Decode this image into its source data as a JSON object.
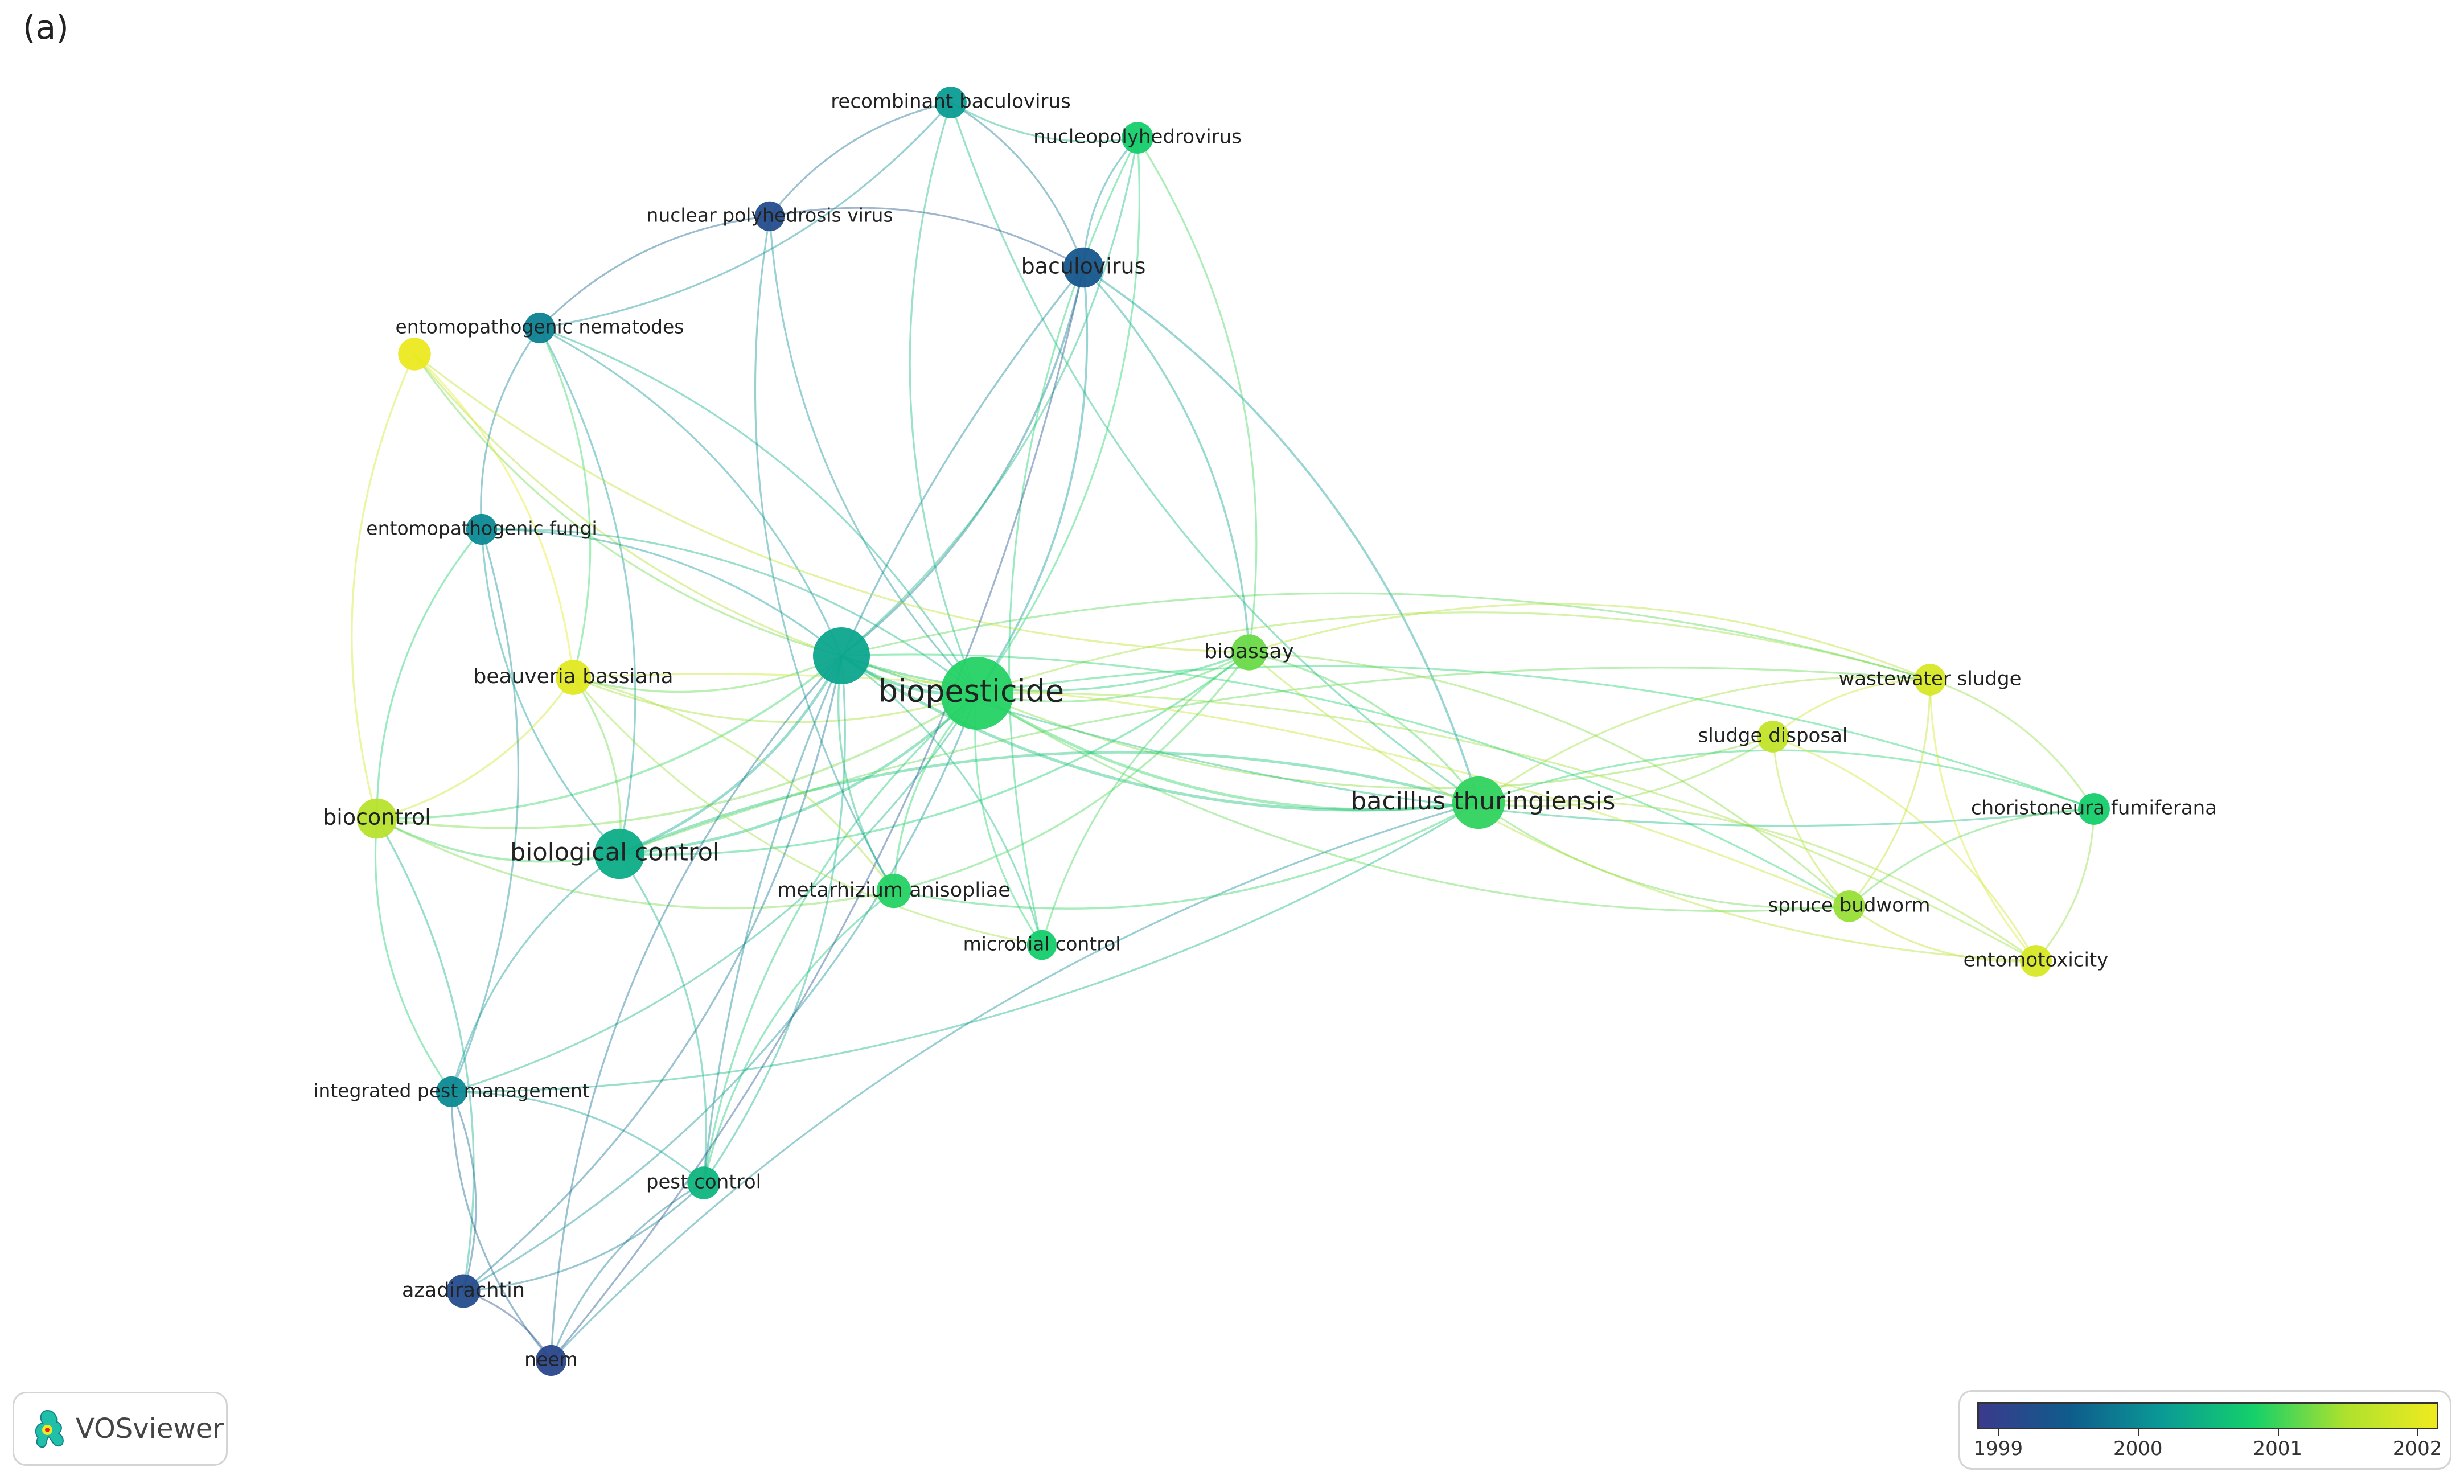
{
  "panel_label": "(a)",
  "app_name": "VOSviewer",
  "legend": {
    "years": [
      "1999",
      "2000",
      "2001",
      "2002"
    ],
    "min": 1998.85,
    "max": 2002.15,
    "colormap": [
      "#3b3a8c",
      "#0f5c8c",
      "#0a9a96",
      "#14d06a",
      "#ade12e",
      "#f0ea1f"
    ]
  },
  "nodes": [
    {
      "id": "biopesticide",
      "label": "biopesticide",
      "weight": 100,
      "year": 2000.9,
      "label_pos": "center"
    },
    {
      "id": "hub",
      "label": "",
      "weight": 55,
      "year": 2000.3,
      "label_pos": "none"
    },
    {
      "id": "bacillus",
      "label": "bacillus thuringiensis",
      "weight": 45,
      "year": 2000.95,
      "label_pos": "center"
    },
    {
      "id": "bioctrl",
      "label": "biological control",
      "weight": 40,
      "year": 2000.4,
      "label_pos": "center"
    },
    {
      "id": "baculovirus",
      "label": "baculovirus",
      "weight": 22,
      "year": 1999.4,
      "label_pos": "center"
    },
    {
      "id": "biocontrol",
      "label": "biocontrol",
      "weight": 22,
      "year": 2001.6,
      "label_pos": "center"
    },
    {
      "id": "bioassay",
      "label": "bioassay",
      "weight": 16,
      "year": 2001.2,
      "label_pos": "center"
    },
    {
      "id": "beauveria",
      "label": "beauveria bassiana",
      "weight": 15,
      "year": 2002.0,
      "label_pos": "center"
    },
    {
      "id": "metarhizium",
      "label": "metarhizium anisopliae",
      "weight": 14,
      "year": 2000.9,
      "label_pos": "center"
    },
    {
      "id": "wastewater",
      "label": "wastewater sludge",
      "weight": 11,
      "year": 2001.9,
      "label_pos": "center"
    },
    {
      "id": "sludge",
      "label": "sludge disposal",
      "weight": 11,
      "year": 2001.7,
      "label_pos": "center"
    },
    {
      "id": "choristoneura",
      "label": "choristoneura fumiferana",
      "weight": 11,
      "year": 2000.8,
      "label_pos": "center"
    },
    {
      "id": "spruce",
      "label": "spruce budworm",
      "weight": 11,
      "year": 2001.4,
      "label_pos": "center"
    },
    {
      "id": "entomotox",
      "label": "entomotoxicity",
      "weight": 11,
      "year": 2001.9,
      "label_pos": "center"
    },
    {
      "id": "microbial",
      "label": "microbial control",
      "weight": 9,
      "year": 2000.8,
      "label_pos": "center"
    },
    {
      "id": "recombinant",
      "label": "recombinant baculovirus",
      "weight": 11,
      "year": 2000.2,
      "label_pos": "center"
    },
    {
      "id": "nucleopoly",
      "label": "nucleopolyhedrovirus",
      "weight": 11,
      "year": 2000.8,
      "label_pos": "center"
    },
    {
      "id": "npv",
      "label": "nuclear polyhedrosis virus",
      "weight": 9,
      "year": 1999.2,
      "label_pos": "center"
    },
    {
      "id": "epn",
      "label": "entomopathogenic nematodes",
      "weight": 10,
      "year": 1999.9,
      "label_pos": "center"
    },
    {
      "id": "yellow",
      "label": "",
      "weight": 12,
      "year": 2002.1,
      "label_pos": "none"
    },
    {
      "id": "epf",
      "label": "entomopathogenic fungi",
      "weight": 10,
      "year": 2000.0,
      "label_pos": "center"
    },
    {
      "id": "ipm",
      "label": "integrated pest management",
      "weight": 10,
      "year": 2000.0,
      "label_pos": "center"
    },
    {
      "id": "pestcontrol",
      "label": "pest control",
      "weight": 12,
      "year": 2000.5,
      "label_pos": "center"
    },
    {
      "id": "azadirachtin",
      "label": "azadirachtin",
      "weight": 13,
      "year": 1999.2,
      "label_pos": "center"
    },
    {
      "id": "neem",
      "label": "neem",
      "weight": 10,
      "year": 1999.1,
      "label_pos": "center"
    }
  ],
  "links": [
    [
      "biopesticide",
      "hub"
    ],
    [
      "biopesticide",
      "bacillus"
    ],
    [
      "biopesticide",
      "bioctrl"
    ],
    [
      "biopesticide",
      "baculovirus"
    ],
    [
      "biopesticide",
      "biocontrol"
    ],
    [
      "biopesticide",
      "bioassay"
    ],
    [
      "biopesticide",
      "beauveria"
    ],
    [
      "biopesticide",
      "metarhizium"
    ],
    [
      "biopesticide",
      "wastewater"
    ],
    [
      "biopesticide",
      "sludge"
    ],
    [
      "biopesticide",
      "choristoneura"
    ],
    [
      "biopesticide",
      "spruce"
    ],
    [
      "biopesticide",
      "entomotox"
    ],
    [
      "biopesticide",
      "microbial"
    ],
    [
      "biopesticide",
      "recombinant"
    ],
    [
      "biopesticide",
      "nucleopoly"
    ],
    [
      "biopesticide",
      "npv"
    ],
    [
      "biopesticide",
      "epn"
    ],
    [
      "biopesticide",
      "yellow"
    ],
    [
      "biopesticide",
      "epf"
    ],
    [
      "biopesticide",
      "ipm"
    ],
    [
      "biopesticide",
      "pestcontrol"
    ],
    [
      "biopesticide",
      "azadirachtin"
    ],
    [
      "hub",
      "bacillus"
    ],
    [
      "hub",
      "bioctrl"
    ],
    [
      "hub",
      "baculovirus"
    ],
    [
      "hub",
      "biocontrol"
    ],
    [
      "hub",
      "bioassay"
    ],
    [
      "hub",
      "beauveria"
    ],
    [
      "hub",
      "metarhizium"
    ],
    [
      "hub",
      "wastewater"
    ],
    [
      "hub",
      "choristoneura"
    ],
    [
      "hub",
      "spruce"
    ],
    [
      "hub",
      "epn"
    ],
    [
      "hub",
      "yellow"
    ],
    [
      "hub",
      "epf"
    ],
    [
      "hub",
      "pestcontrol"
    ],
    [
      "hub",
      "nucleopoly"
    ],
    [
      "hub",
      "microbial"
    ],
    [
      "bacillus",
      "bioassay"
    ],
    [
      "bacillus",
      "wastewater"
    ],
    [
      "bacillus",
      "sludge"
    ],
    [
      "bacillus",
      "choristoneura"
    ],
    [
      "bacillus",
      "spruce"
    ],
    [
      "bacillus",
      "entomotox"
    ],
    [
      "bacillus",
      "baculovirus"
    ],
    [
      "bacillus",
      "recombinant"
    ],
    [
      "bacillus",
      "bioctrl"
    ],
    [
      "bacillus",
      "ipm"
    ],
    [
      "bacillus",
      "neem"
    ],
    [
      "bacillus",
      "metarhizium"
    ],
    [
      "bioctrl",
      "beauveria"
    ],
    [
      "bioctrl",
      "biocontrol"
    ],
    [
      "bioctrl",
      "epn"
    ],
    [
      "bioctrl",
      "epf"
    ],
    [
      "bioctrl",
      "ipm"
    ],
    [
      "bioctrl",
      "pestcontrol"
    ],
    [
      "bioctrl",
      "bioassay"
    ],
    [
      "bioctrl",
      "wastewater"
    ],
    [
      "biocontrol",
      "beauveria"
    ],
    [
      "biocontrol",
      "epf"
    ],
    [
      "biocontrol",
      "ipm"
    ],
    [
      "biocontrol",
      "azadirachtin"
    ],
    [
      "biocontrol",
      "metarhizium"
    ],
    [
      "biocontrol",
      "yellow"
    ],
    [
      "baculovirus",
      "recombinant"
    ],
    [
      "baculovirus",
      "nucleopoly"
    ],
    [
      "baculovirus",
      "npv"
    ],
    [
      "baculovirus",
      "bioassay"
    ],
    [
      "baculovirus",
      "pestcontrol"
    ],
    [
      "epn",
      "npv"
    ],
    [
      "epn",
      "epf"
    ],
    [
      "epn",
      "beauveria"
    ],
    [
      "epn",
      "recombinant"
    ],
    [
      "yellow",
      "beauveria"
    ],
    [
      "yellow",
      "bioassay"
    ],
    [
      "beauveria",
      "metarhizium"
    ],
    [
      "beauveria",
      "microbial"
    ],
    [
      "beauveria",
      "spruce"
    ],
    [
      "wastewater",
      "sludge"
    ],
    [
      "wastewater",
      "spruce"
    ],
    [
      "wastewater",
      "entomotox"
    ],
    [
      "wastewater",
      "choristoneura"
    ],
    [
      "sludge",
      "spruce"
    ],
    [
      "sludge",
      "entomotox"
    ],
    [
      "choristoneura",
      "spruce"
    ],
    [
      "choristoneura",
      "entomotox"
    ],
    [
      "spruce",
      "entomotox"
    ],
    [
      "bioassay",
      "spruce"
    ],
    [
      "bioassay",
      "entomotox"
    ],
    [
      "bioassay",
      "wastewater"
    ],
    [
      "bioassay",
      "nucleopoly"
    ],
    [
      "bioassay",
      "metarhizium"
    ],
    [
      "bioassay",
      "microbial"
    ],
    [
      "microbial",
      "nucleopoly"
    ],
    [
      "metarhizium",
      "pestcontrol"
    ],
    [
      "ipm",
      "azadirachtin"
    ],
    [
      "ipm",
      "neem"
    ],
    [
      "ipm",
      "pestcontrol"
    ],
    [
      "ipm",
      "epf"
    ],
    [
      "pestcontrol",
      "azadirachtin"
    ],
    [
      "pestcontrol",
      "neem"
    ],
    [
      "azadirachtin",
      "neem"
    ],
    [
      "azadirachtin",
      "hub"
    ],
    [
      "neem",
      "hub"
    ],
    [
      "neem",
      "baculovirus"
    ],
    [
      "npv",
      "recombinant"
    ],
    [
      "npv",
      "metarhizium"
    ],
    [
      "nucleopoly",
      "recombinant"
    ]
  ]
}
